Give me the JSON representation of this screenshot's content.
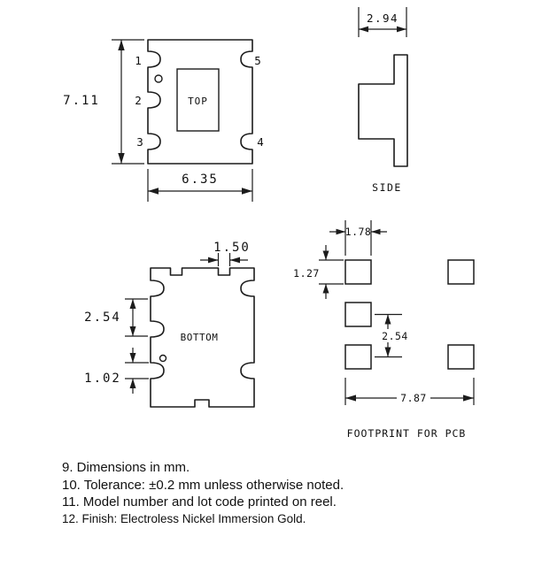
{
  "drawing": {
    "top_view": {
      "label": "TOP",
      "pin1": "1",
      "pin2": "2",
      "pin3": "3",
      "pin4": "4",
      "pin5": "5",
      "dim_height": "7.11",
      "dim_width": "6.35"
    },
    "side_view": {
      "label": "SIDE",
      "dim_depth": "2.94"
    },
    "bottom_view": {
      "label": "BOTTOM",
      "dim_notch_width": "1.50",
      "dim_pitch": "2.54",
      "dim_pad_height": "1.02"
    },
    "footprint": {
      "label": "FOOTPRINT FOR PCB",
      "dim_pad_width": "1.78",
      "dim_pad_height": "1.27",
      "dim_pitch": "2.54",
      "dim_total_width": "7.87"
    }
  },
  "notes": [
    "9. Dimensions in mm.",
    "10. Tolerance: ±0.2 mm unless otherwise noted.",
    "11. Model number and lot code printed on reel.",
    "12. Finish: Electroless Nickel Immersion Gold."
  ]
}
